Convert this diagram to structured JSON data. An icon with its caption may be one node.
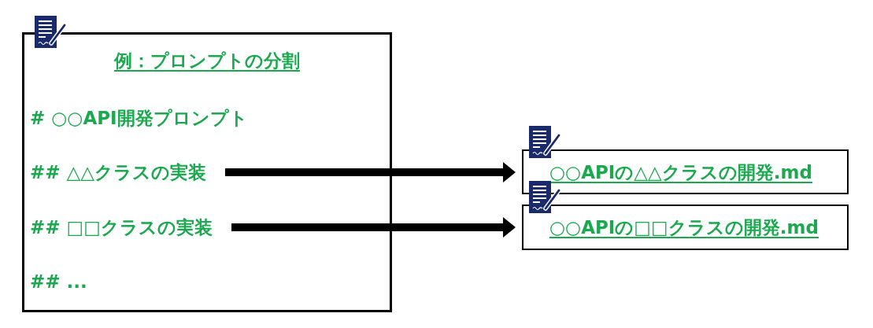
{
  "diagram": {
    "nodes": [
      {
        "text": [
          "例：プロンプトの分割"
        ]
      },
      {
        "text": [
          "# ○○API開発プロンプト"
        ],
        "in": 0
      },
      {
        "text": [
          "## △△クラスの実装"
        ],
        "in": 0
      },
      {
        "text": [
          "## □□クラスの実装"
        ],
        "in": 0
      },
      {
        "text": [
          "## ..."
        ],
        "in": 0
      },
      {
        "text": [
          "○○APIの△△クラスの開発.md"
        ]
      },
      {
        "text": [
          "○○APIの□□クラスの開発.md"
        ]
      }
    ],
    "edges": [
      {
        "from": 2,
        "to": 5,
        "arrow": "to"
      },
      {
        "from": 3,
        "to": 6,
        "arrow": "to"
      }
    ]
  }
}
